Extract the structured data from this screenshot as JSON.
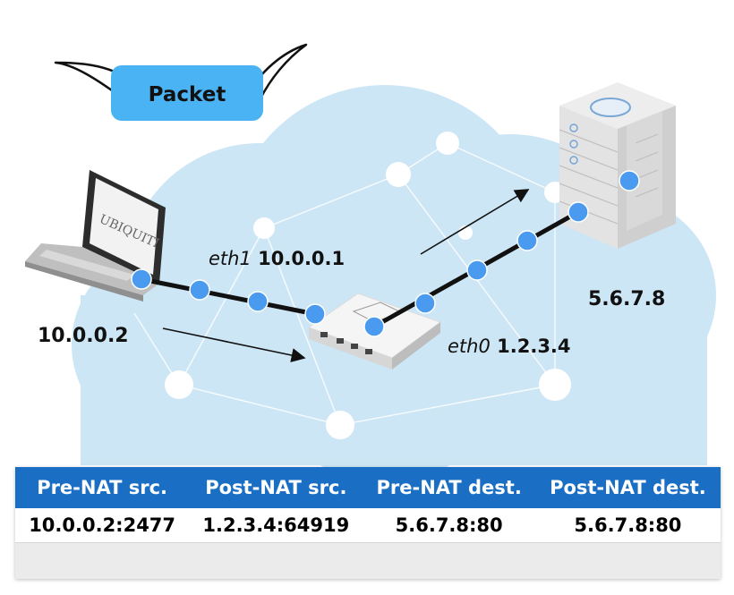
{
  "packet_label": "Packet",
  "laptop_brand": "UBIQUITI",
  "laptop_ip": "10.0.0.2",
  "eth1": {
    "iface": "eth1",
    "ip": "10.0.0.1"
  },
  "eth0": {
    "iface": "eth0",
    "ip": "1.2.3.4"
  },
  "server_ip": "5.6.7.8",
  "colors": {
    "cloud": "#cde6f5",
    "node": "#4a9bef",
    "table_header": "#1a6fc4",
    "packet": "#4ab3f4"
  },
  "table": {
    "headers": [
      "Pre-NAT src.",
      "Post-NAT src.",
      "Pre-NAT dest.",
      "Post-NAT dest."
    ],
    "rows": [
      [
        "10.0.0.2:2477",
        "1.2.3.4:64919",
        "5.6.7.8:80",
        "5.6.7.8:80"
      ]
    ]
  }
}
